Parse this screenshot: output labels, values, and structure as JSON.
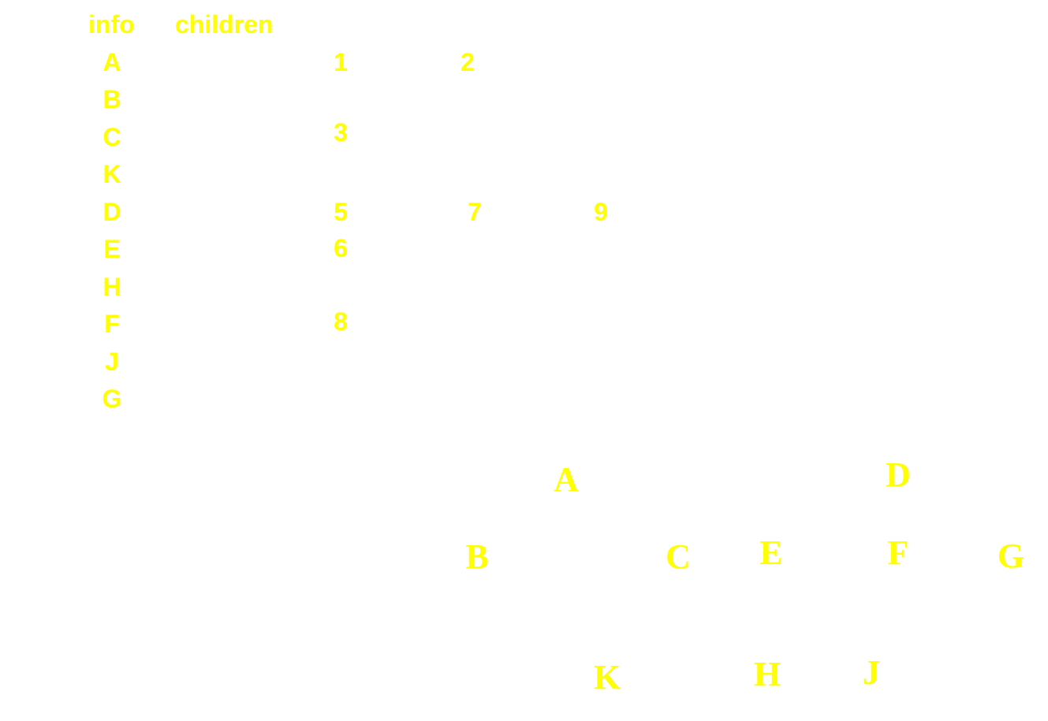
{
  "table": {
    "headers": {
      "info": "info",
      "children": "children"
    },
    "rows": [
      {
        "info": "A",
        "children": [
          "1",
          "2"
        ]
      },
      {
        "info": "B",
        "children": []
      },
      {
        "info": "C",
        "children": [
          "3"
        ]
      },
      {
        "info": "K",
        "children": []
      },
      {
        "info": "D",
        "children": [
          "5",
          "7",
          "9"
        ]
      },
      {
        "info": "E",
        "children": [
          "6"
        ]
      },
      {
        "info": "H",
        "children": []
      },
      {
        "info": "F",
        "children": [
          "8"
        ]
      },
      {
        "info": "J",
        "children": []
      },
      {
        "info": "G",
        "children": []
      }
    ]
  },
  "tree": {
    "nodes": [
      "A",
      "D",
      "B",
      "C",
      "E",
      "F",
      "G",
      "K",
      "H",
      "J"
    ]
  },
  "colors": {
    "text": "#ffff00",
    "background": "#ffffff"
  }
}
